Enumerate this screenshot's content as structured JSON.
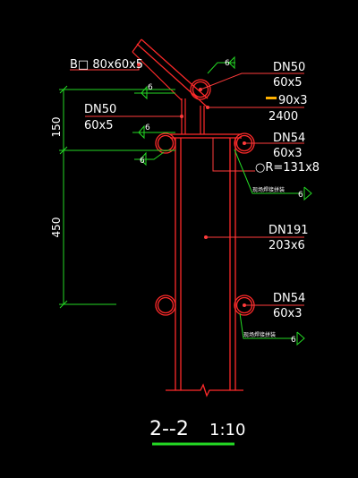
{
  "labels": {
    "top_section": "B□ 80x60x5",
    "rail_pipe_name": "DN50",
    "rail_pipe_size": "60x5",
    "left_pipe_name": "DN50",
    "left_pipe_size": "60x5",
    "plate": "90x3",
    "plate_len": "2400",
    "upper_rail_name": "DN54",
    "upper_rail_size": "60x3",
    "bend_radius": "○R=131x8",
    "post_name": "DN191",
    "post_size": "203x6",
    "lower_rail_name": "DN54",
    "lower_rail_size": "60x3",
    "note_upper": "现场焊接拼装",
    "note_lower": "现场焊接拼装"
  },
  "weld_sizes": {
    "w1": "6",
    "w2": "6",
    "w3": "6",
    "w4": "6",
    "w5": "6",
    "w6": "6"
  },
  "dimensions": {
    "upper": "150",
    "lower": "450"
  },
  "title": {
    "section": "2--2",
    "scale": "1:10"
  },
  "colors": {
    "outline": "#ff2a2a",
    "leader": "#ff3b3b",
    "weld_leader": "#24d924",
    "dimension": "#24d924",
    "plate_marker": "#ffb000",
    "title_underline": "#24d924",
    "text": "#ffffff"
  }
}
